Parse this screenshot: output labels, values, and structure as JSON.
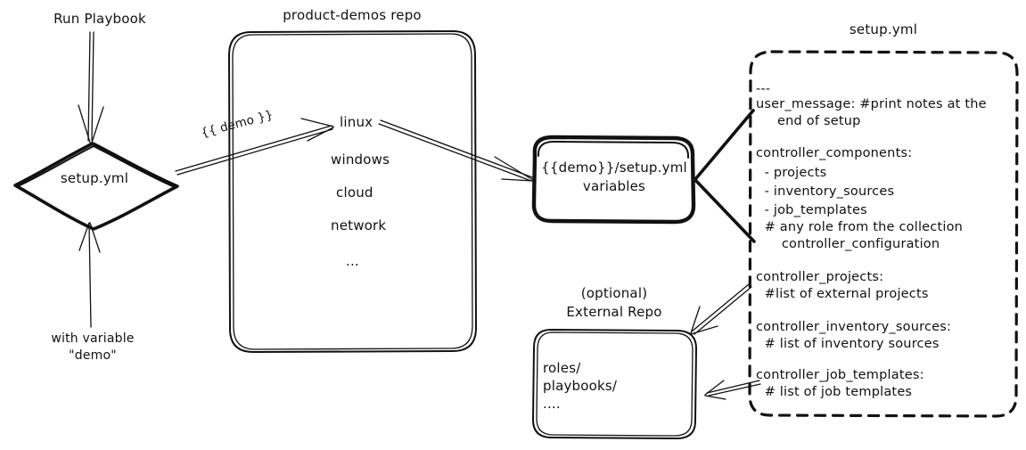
{
  "diagram": {
    "title": "product-demos setup.yml flow",
    "stroke_color": "#111111",
    "background_color": "#ffffff"
  },
  "labels": {
    "run_playbook": "Run Playbook",
    "with_variable_line1": "with variable",
    "with_variable_line2": "\"demo\"",
    "edge_demo_var": "{{ demo }}",
    "repo_title": "product-demos repo",
    "setup_yml_title": "setup.yml",
    "external_repo_line1": "(optional)",
    "external_repo_line2": "External Repo"
  },
  "nodes": {
    "entry_diamond": {
      "label": "setup.yml",
      "shape": "diamond"
    },
    "product_demos_repo": {
      "title": "product-demos repo",
      "shape": "rounded-rect",
      "items": [
        "linux",
        "windows",
        "cloud",
        "network",
        "..."
      ]
    },
    "demo_setup_box": {
      "line1": "{{demo}}/setup.yml",
      "line2": "variables",
      "shape": "rounded-rect-bold"
    },
    "external_repo": {
      "title_line1": "(optional)",
      "title_line2": "External Repo",
      "shape": "rounded-rect",
      "items": [
        "roles/",
        "playbooks/",
        "...."
      ]
    },
    "setup_yml_file": {
      "title": "setup.yml",
      "shape": "dashed-rounded-rect",
      "blocks": [
        {
          "id": "doc-start",
          "lines": [
            "---"
          ]
        },
        {
          "id": "user-message",
          "lines": [
            "user_message: #print notes at the",
            "     end of setup"
          ]
        },
        {
          "id": "controller-components",
          "lines": [
            "controller_components:",
            "  - projects",
            "  - inventory_sources",
            "  - job_templates",
            "  # any role from the collection",
            "      controller_configuration"
          ]
        },
        {
          "id": "controller-projects",
          "lines": [
            "controller_projects:",
            "  #list of external projects"
          ]
        },
        {
          "id": "controller-inventory-sources",
          "lines": [
            "controller_inventory_sources:",
            "  # list of inventory sources"
          ]
        },
        {
          "id": "controller-job-templates",
          "lines": [
            "controller_job_templates:",
            "  # list of job templates"
          ]
        }
      ]
    }
  },
  "edges": [
    {
      "id": "run-playbook-to-setup",
      "label": "Run Playbook",
      "style": "double-line-arrow",
      "direction": "down"
    },
    {
      "id": "variable-to-setup",
      "label": "with variable \"demo\"",
      "style": "single-line-arrow",
      "direction": "up"
    },
    {
      "id": "setup-to-linux",
      "label": "{{ demo }}",
      "style": "double-line-arrow",
      "direction": "up-right"
    },
    {
      "id": "linux-to-demo-box",
      "label": "",
      "style": "double-line-arrow",
      "direction": "down-right"
    },
    {
      "id": "demo-box-to-setupyml-top",
      "label": "",
      "style": "thick-line",
      "direction": "up-right"
    },
    {
      "id": "demo-box-to-setupyml-bottom",
      "label": "",
      "style": "thick-line",
      "direction": "down-right"
    },
    {
      "id": "projects-to-external-repo",
      "label": "",
      "style": "double-line-arrow",
      "direction": "down-left"
    },
    {
      "id": "job-templates-to-external-repo",
      "label": "",
      "style": "double-line-arrow",
      "direction": "left"
    }
  ]
}
